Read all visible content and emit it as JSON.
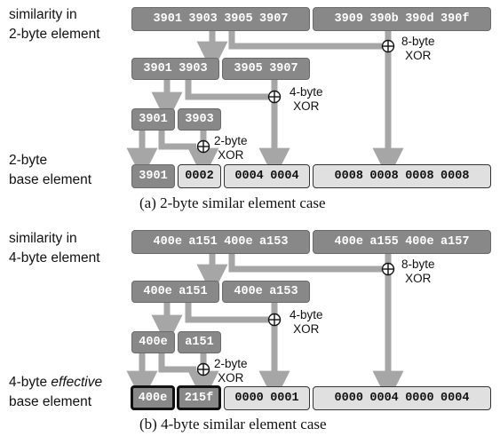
{
  "panel_a": {
    "row_label": [
      "similarity in",
      "2-byte element"
    ],
    "base_label": [
      "2-byte",
      "base element"
    ],
    "top_left": [
      "3901",
      "3903",
      "3905",
      "3907"
    ],
    "top_right": [
      "3909",
      "390b",
      "390d",
      "390f"
    ],
    "level2_a": [
      "3901",
      "3903"
    ],
    "level2_b": [
      "3905",
      "3907"
    ],
    "level3_a": "3901",
    "level3_b": "3903",
    "base_first": "3901",
    "base_second": "0002",
    "base_third": [
      "0004",
      "0004"
    ],
    "base_fourth": [
      "0008",
      "0008",
      "0008",
      "0008"
    ],
    "xor8": [
      "8-byte",
      "XOR"
    ],
    "xor4": [
      "4-byte",
      "XOR"
    ],
    "xor2": [
      "2-byte",
      "XOR"
    ],
    "caption": "(a) 2-byte similar element case"
  },
  "panel_b": {
    "row_label": [
      "similarity in",
      "4-byte element"
    ],
    "base_label_prefix": "4-byte ",
    "base_label_emph": "effective",
    "base_label_line2": "base element",
    "top_left": [
      "400e",
      "a151",
      "400e",
      "a153"
    ],
    "top_right": [
      "400e",
      "a155",
      "400e",
      "a157"
    ],
    "level2_a": [
      "400e",
      "a151"
    ],
    "level2_b": [
      "400e",
      "a153"
    ],
    "level3_a": "400e",
    "level3_b": "a151",
    "base_first": "400e",
    "base_second": "215f",
    "base_third": [
      "0000",
      "0001"
    ],
    "base_fourth": [
      "0000",
      "0004",
      "0000",
      "0004"
    ],
    "xor8": [
      "8-byte",
      "XOR"
    ],
    "xor4": [
      "4-byte",
      "XOR"
    ],
    "xor2": [
      "2-byte",
      "XOR"
    ],
    "caption": "(b) 4-byte similar element case"
  },
  "colors": {
    "box_dark": "#888888",
    "box_light": "#e0e0e0",
    "arrow": "#a6a6a6",
    "text": "#111111"
  }
}
